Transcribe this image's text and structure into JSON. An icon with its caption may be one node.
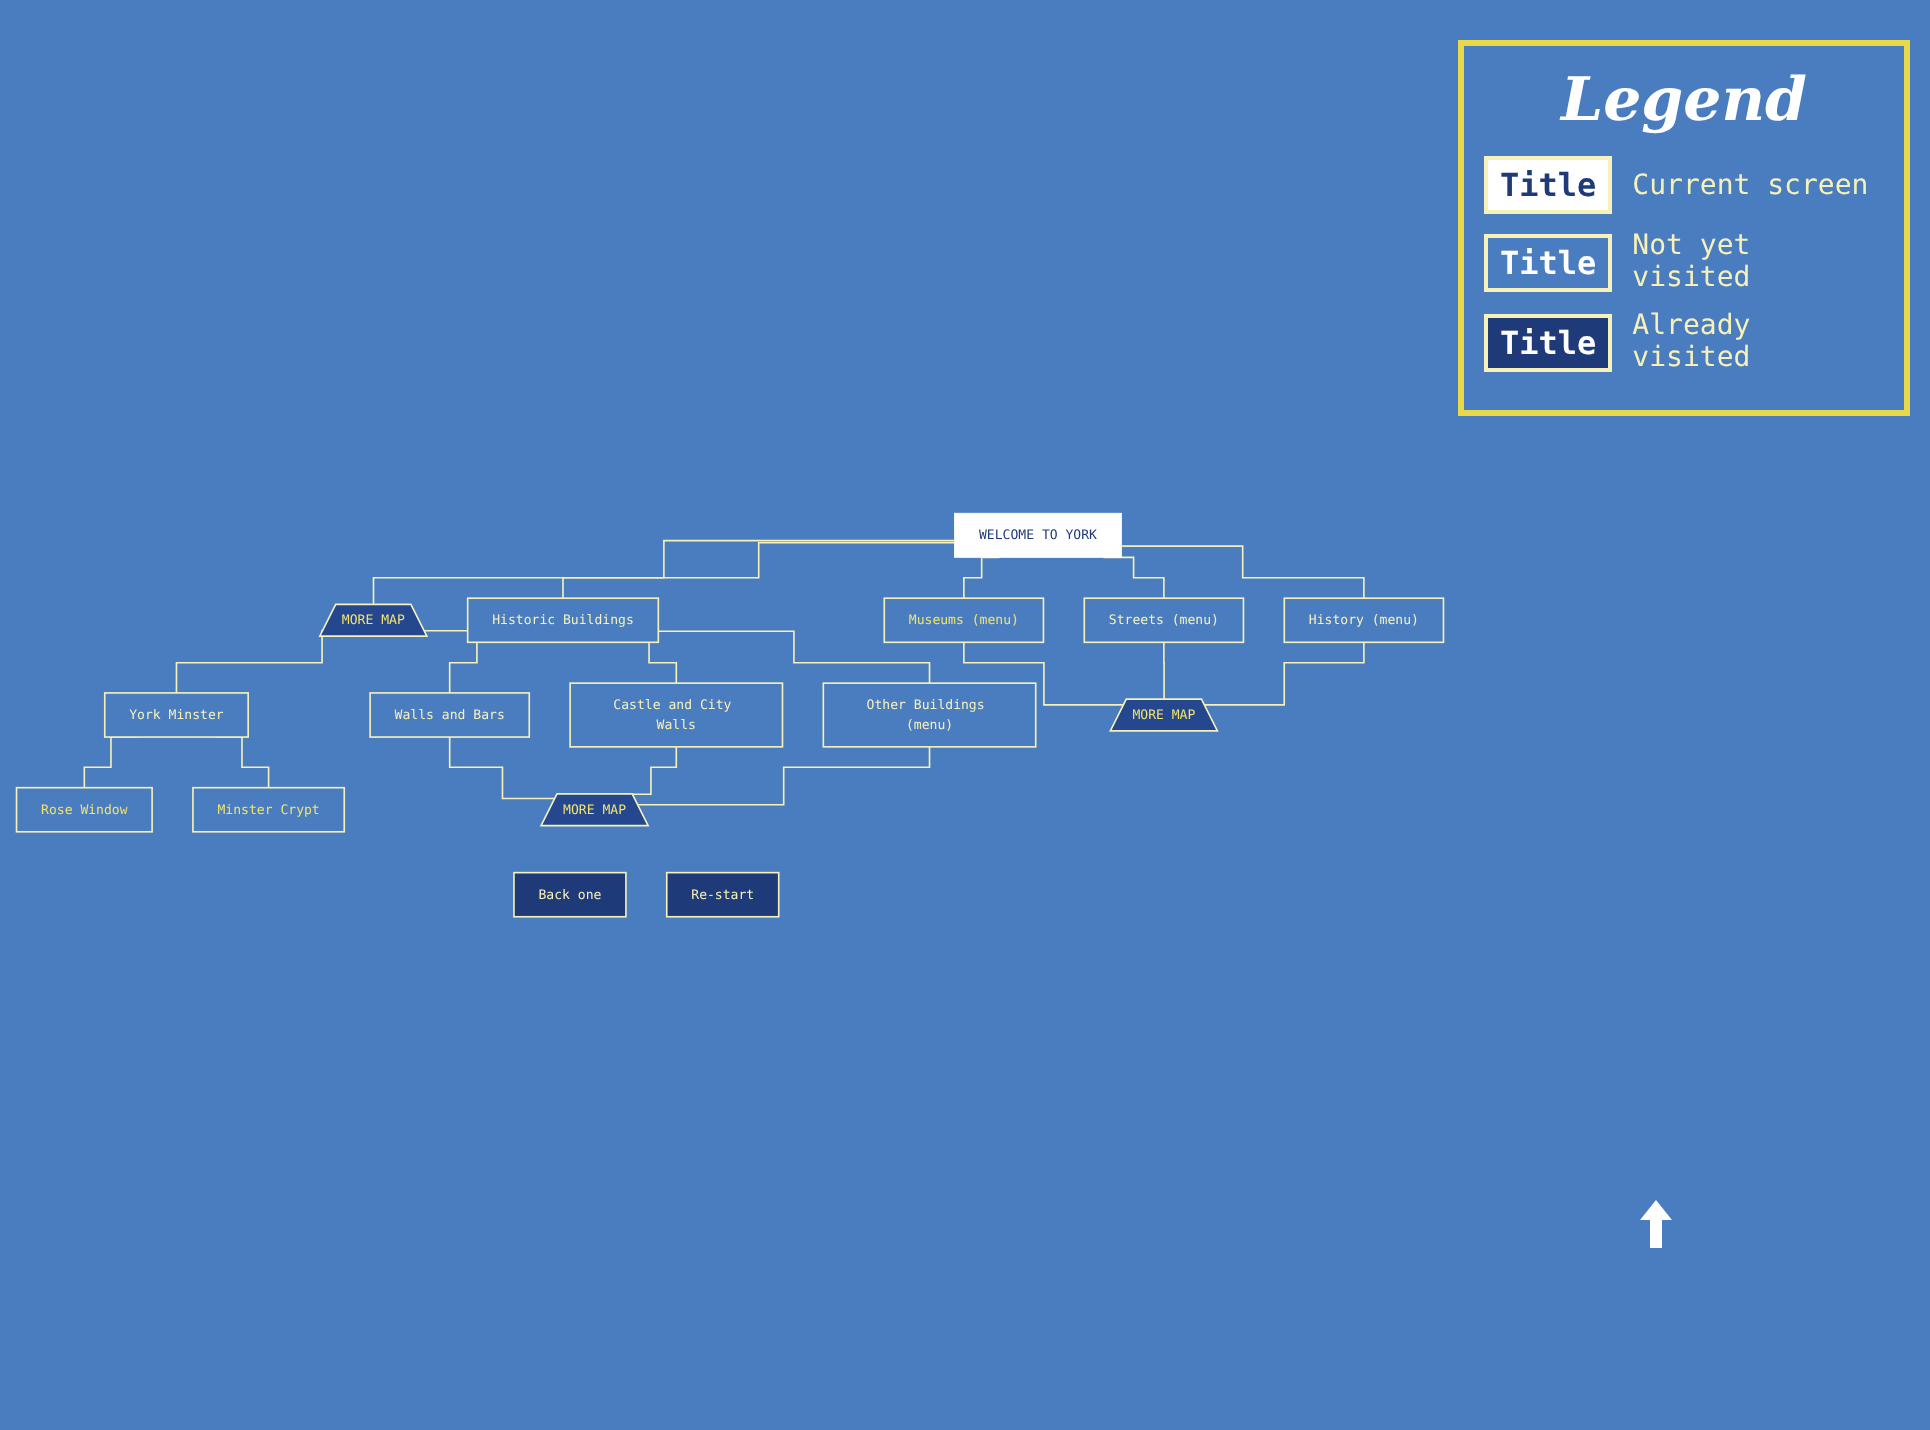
{
  "diagram": {
    "nodes": [
      {
        "text": [
          "WELCOME TO YORK"
        ]
      },
      {
        "text": [
          "MORE MAP"
        ]
      },
      {
        "text": [
          "Historic Buildings"
        ]
      },
      {
        "text": [
          "York Minster"
        ]
      },
      {
        "text": [
          "Walls and Bars"
        ]
      },
      {
        "text": [
          "Castle and City Walls"
        ]
      },
      {
        "text": [
          "Other Buildings (menu)"
        ]
      },
      {
        "text": [
          "Rose Window"
        ]
      },
      {
        "text": [
          "Minster Crypt"
        ]
      },
      {
        "text": [
          "MORE MAP"
        ]
      },
      {
        "text": [
          "Museums (menu)"
        ]
      },
      {
        "text": [
          "History (menu)"
        ]
      },
      {
        "text": [
          "Streets (menu)"
        ]
      },
      {
        "text": [
          "MORE MAP"
        ]
      },
      {
        "text": [
          "Back one"
        ]
      },
      {
        "text": [
          "Re-start"
        ]
      }
    ],
    "edges": [
      {
        "from": 0,
        "to": 1,
        "arrow": "none"
      },
      {
        "from": 0,
        "to": 2,
        "arrow": "none"
      },
      {
        "from": 0,
        "to": 10,
        "arrow": "none"
      },
      {
        "from": 0,
        "to": 12,
        "arrow": "none"
      },
      {
        "from": 0,
        "to": 11,
        "arrow": "none"
      },
      {
        "from": 2,
        "to": 3,
        "arrow": "none"
      },
      {
        "from": 2,
        "to": 4,
        "arrow": "none"
      },
      {
        "from": 2,
        "to": 5,
        "arrow": "none"
      },
      {
        "from": 2,
        "to": 6,
        "arrow": "none"
      },
      {
        "from": 3,
        "to": 7,
        "arrow": "none"
      },
      {
        "from": 3,
        "to": 8,
        "arrow": "none"
      },
      {
        "from": 4,
        "to": 9,
        "arrow": "none"
      },
      {
        "from": 5,
        "to": 9,
        "arrow": "none"
      },
      {
        "from": 6,
        "to": 9,
        "arrow": "none"
      },
      {
        "from": 10,
        "to": 13,
        "arrow": "none"
      },
      {
        "from": 12,
        "to": 13,
        "arrow": "none"
      },
      {
        "from": 11,
        "to": 13,
        "arrow": "none"
      }
    ],
    "labels": [
      "Legend",
      "Title",
      "Title",
      "Title"
    ],
    "legend": [
      {
        "text": "Current screen",
        "color": "#ffffff"
      },
      {
        "text": "Not yet visited",
        "color": "#4a7cc0"
      },
      {
        "text": "Already visited",
        "color": "#1f3a78"
      }
    ]
  }
}
